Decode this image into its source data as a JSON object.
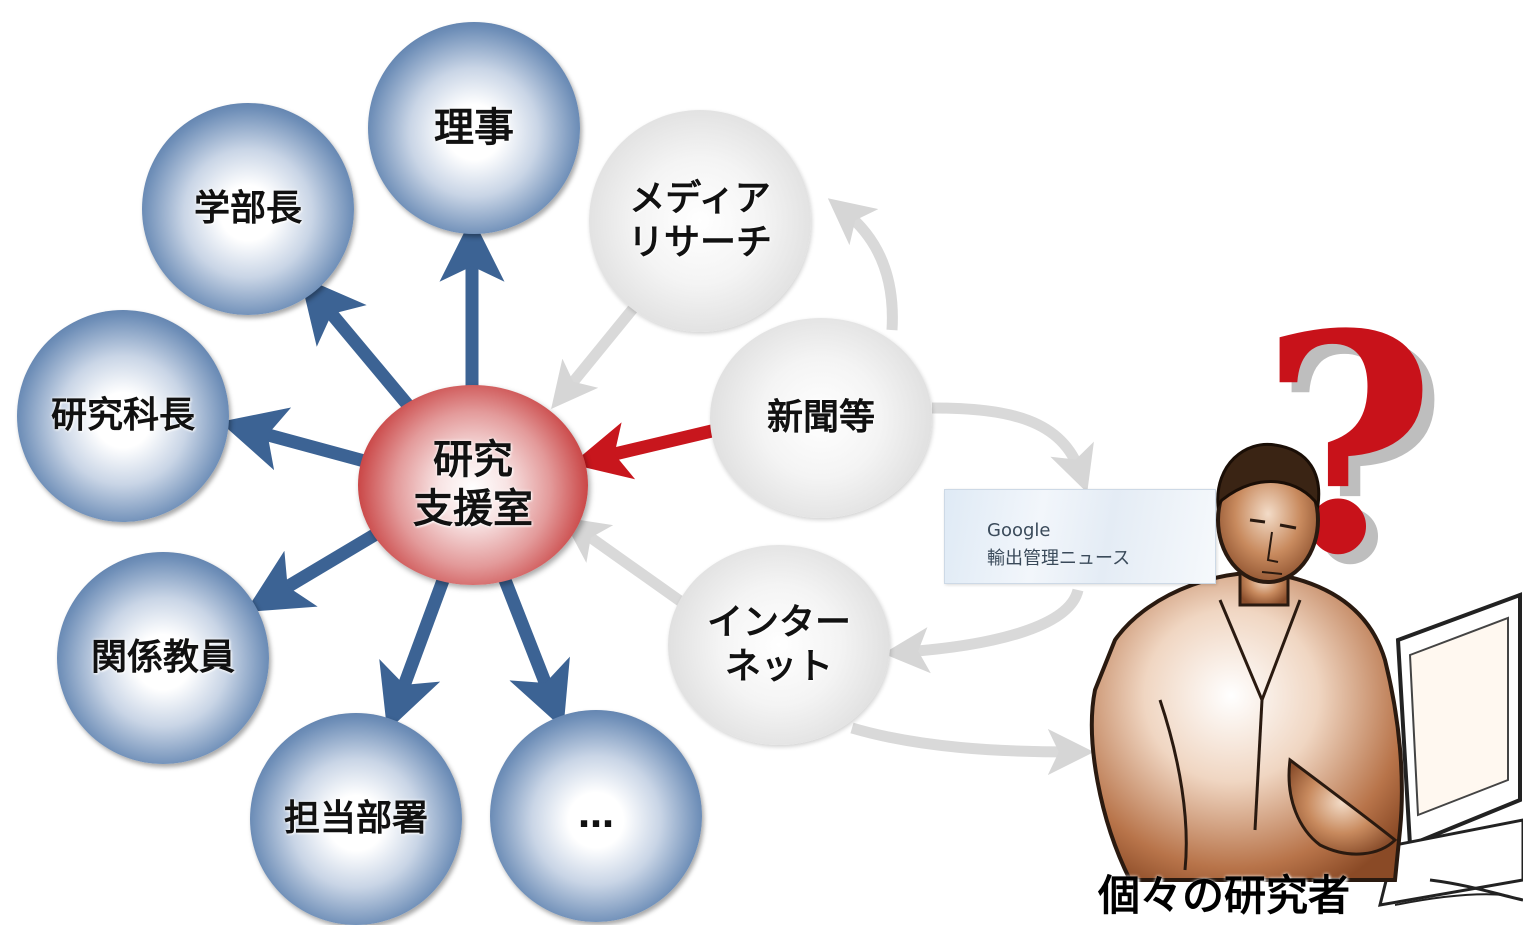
{
  "center": {
    "label_line1": "研究",
    "label_line2": "支援室"
  },
  "targets": {
    "riji": "理事",
    "gakubucho": "学部長",
    "kenkyukacho": "研究科長",
    "kankeikyoin": "関係教員",
    "tantobusho": "担当部署",
    "ellipsis": "…"
  },
  "sources": {
    "media_line1": "メディア",
    "media_line2": "リサーチ",
    "newspaper": "新聞等",
    "internet_line1": "インター",
    "internet_line2": "ネット"
  },
  "news_card": {
    "line1": "Google",
    "line2": "輸出管理ニュース"
  },
  "researcher": {
    "label": "個々の研究者"
  },
  "question_mark": "?",
  "colors": {
    "blue_arrow": "#3c6394",
    "gray_arrow": "#d9d9d9",
    "red_arrow": "#c8161d",
    "question_mark": "#c8121a"
  }
}
